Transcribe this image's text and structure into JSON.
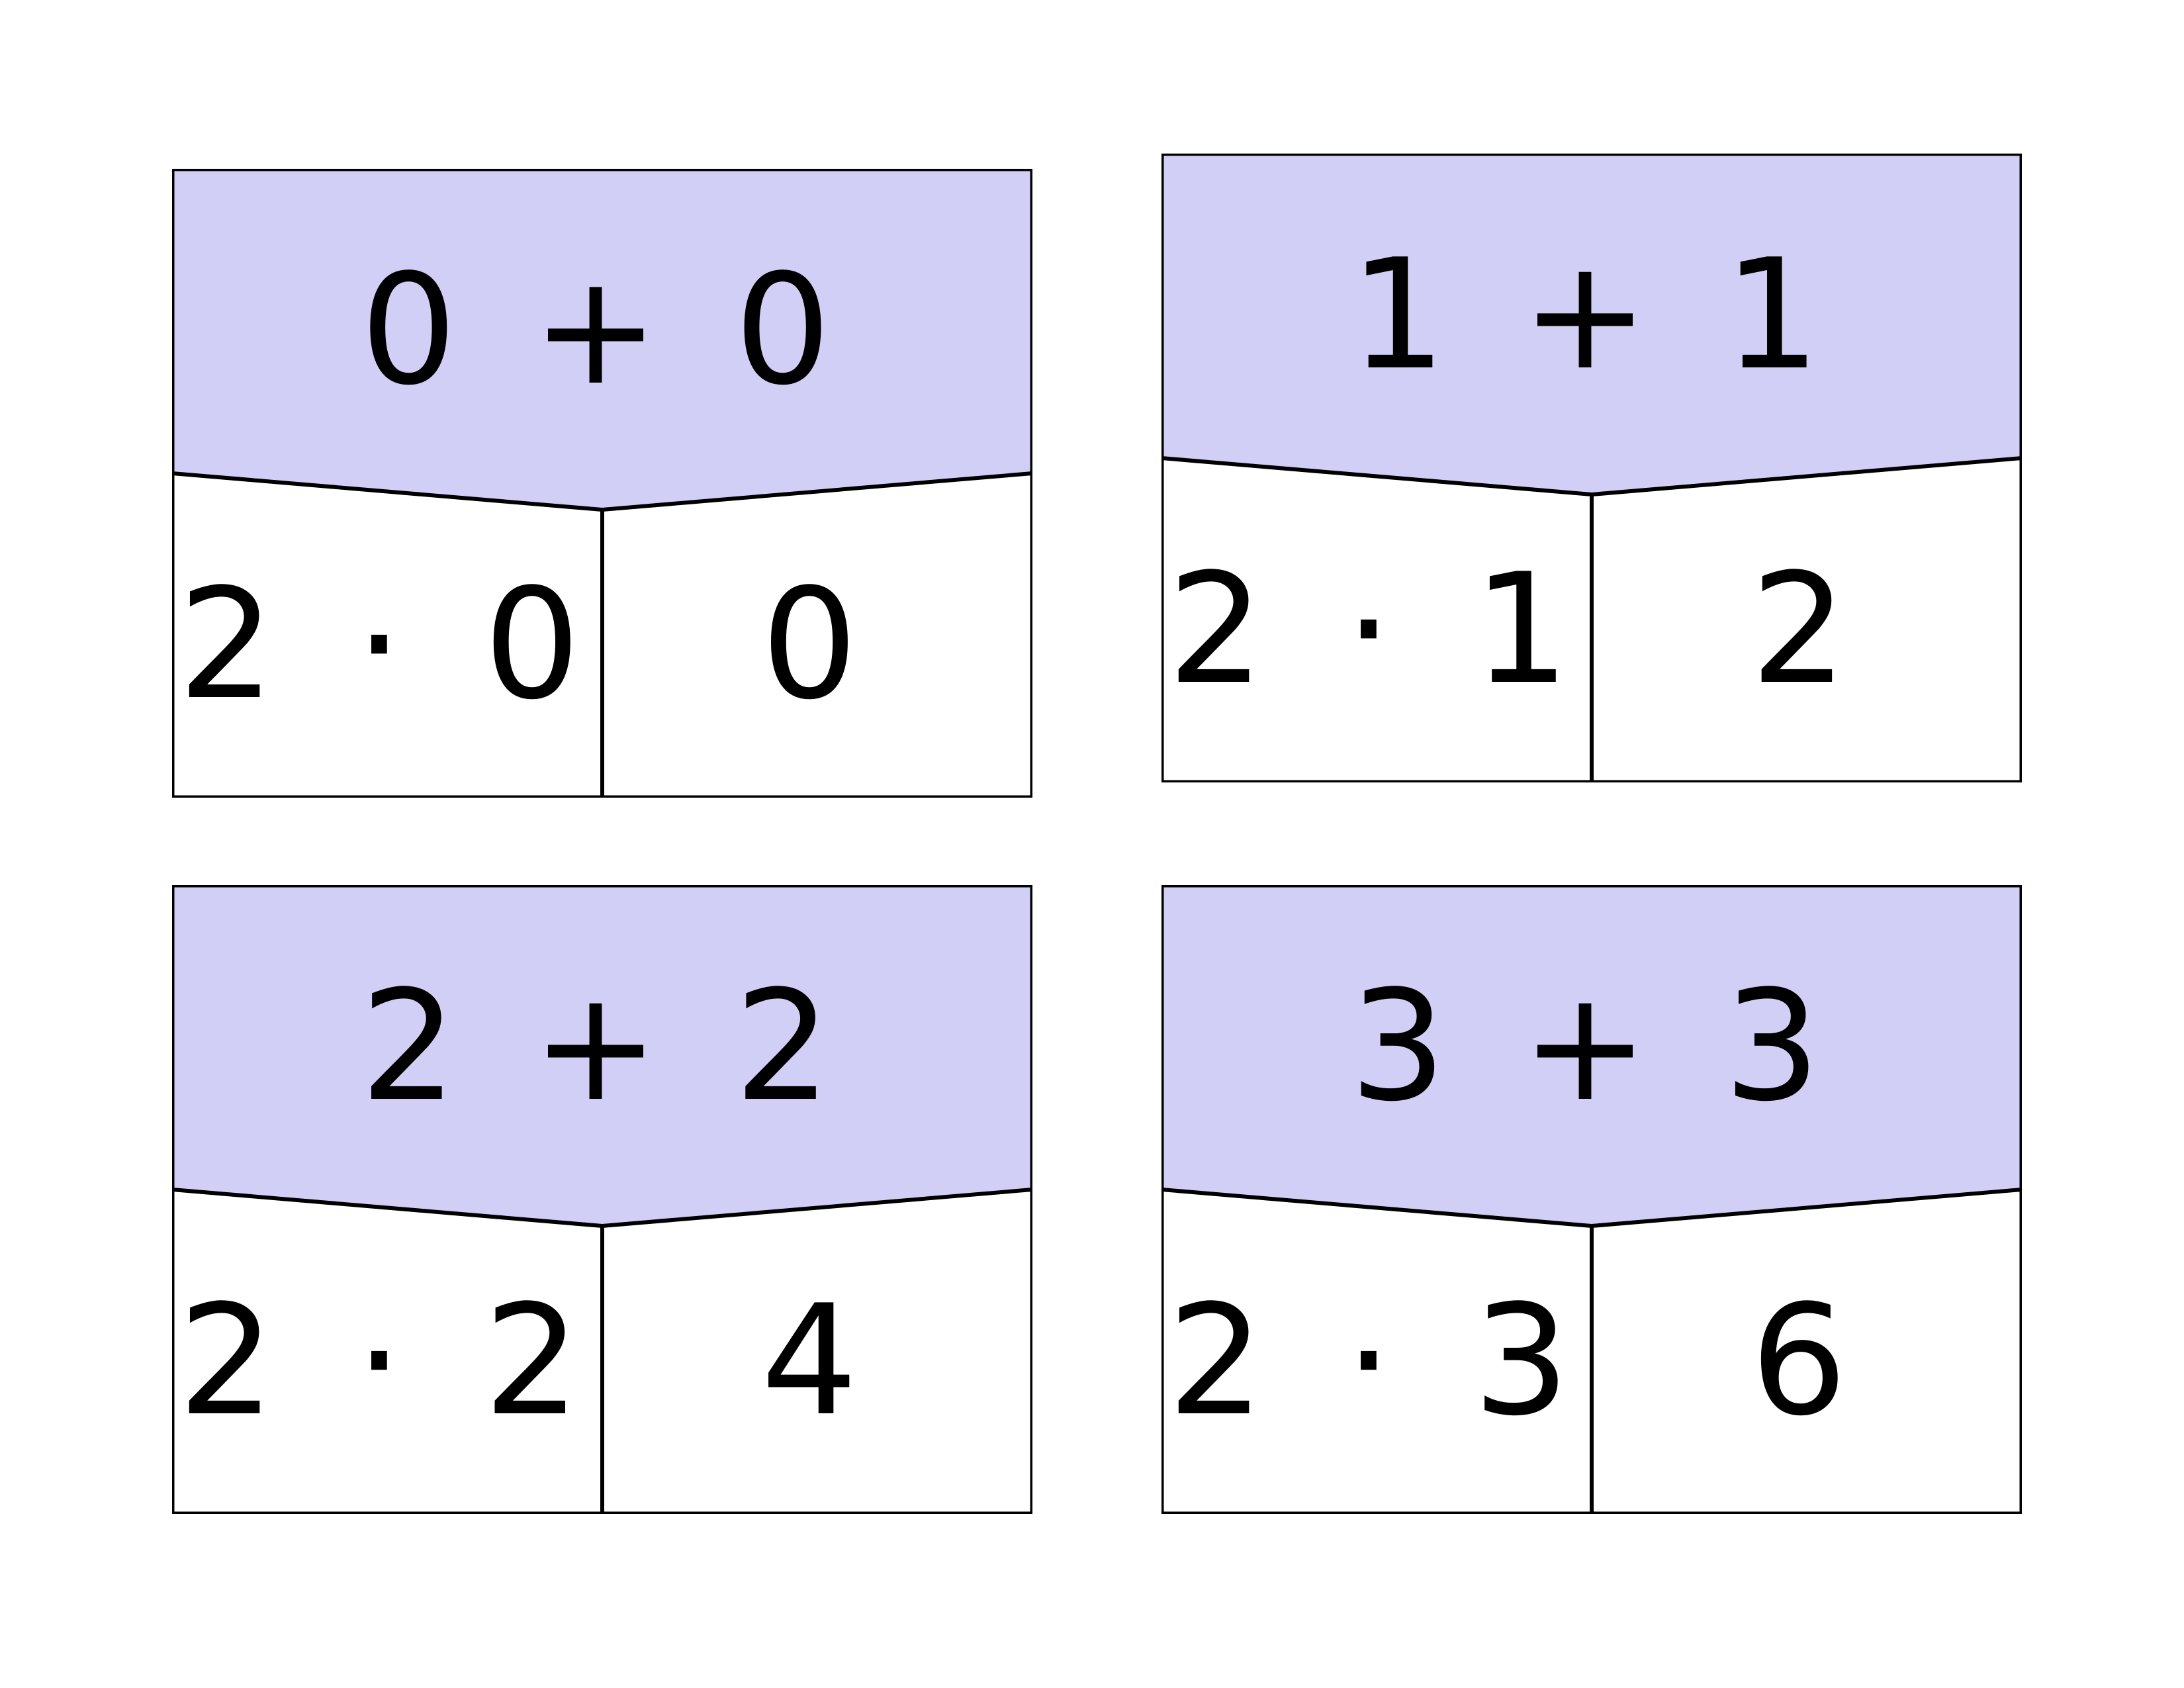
{
  "colors": {
    "header_fill": "#d1cff5",
    "border": "#000000",
    "cell_fill": "#ffffff"
  },
  "cards": [
    {
      "sum": "0 + 0",
      "product": "2 · 0",
      "result": "0"
    },
    {
      "sum": "1 + 1",
      "product": "2 · 1",
      "result": "2"
    },
    {
      "sum": "2 + 2",
      "product": "2 · 2",
      "result": "4"
    },
    {
      "sum": "3 + 3",
      "product": "2 · 3",
      "result": "6"
    }
  ]
}
